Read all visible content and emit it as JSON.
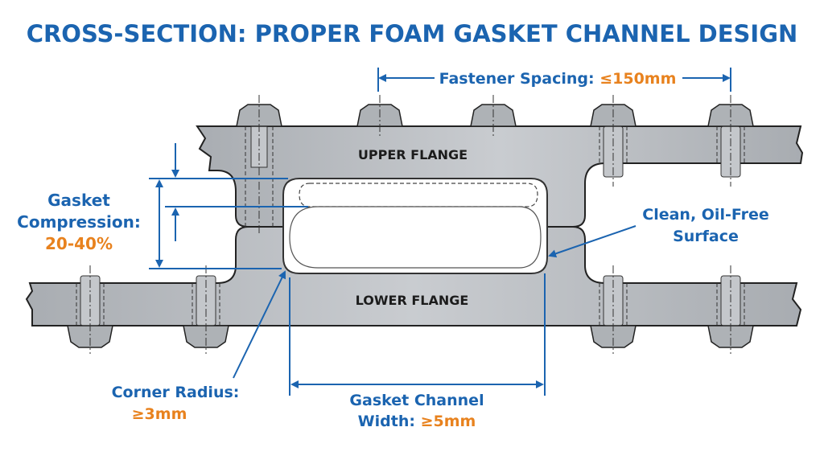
{
  "title": "CROSS-SECTION: PROPER FOAM GASKET CHANNEL DESIGN",
  "fastener_spacing": {
    "label": "Fastener Spacing: ",
    "value": "≤150mm"
  },
  "upper_flange_label": "UPPER FLANGE",
  "lower_flange_label": "LOWER FLANGE",
  "gasket_compression": {
    "line1": "Gasket",
    "line2": "Compression:",
    "value": "20-40%"
  },
  "clean_surface": {
    "line1": "Clean, Oil-Free",
    "line2": "Surface"
  },
  "corner_radius": {
    "label": "Corner Radius:",
    "value": "≥3mm"
  },
  "channel_width": {
    "line1": "Gasket Channel",
    "line2_label": "Width: ",
    "value": "≥5mm"
  },
  "colors": {
    "label_blue": "#1b64b0",
    "value_orange": "#e8821e",
    "steel": "#b9bcc0"
  }
}
